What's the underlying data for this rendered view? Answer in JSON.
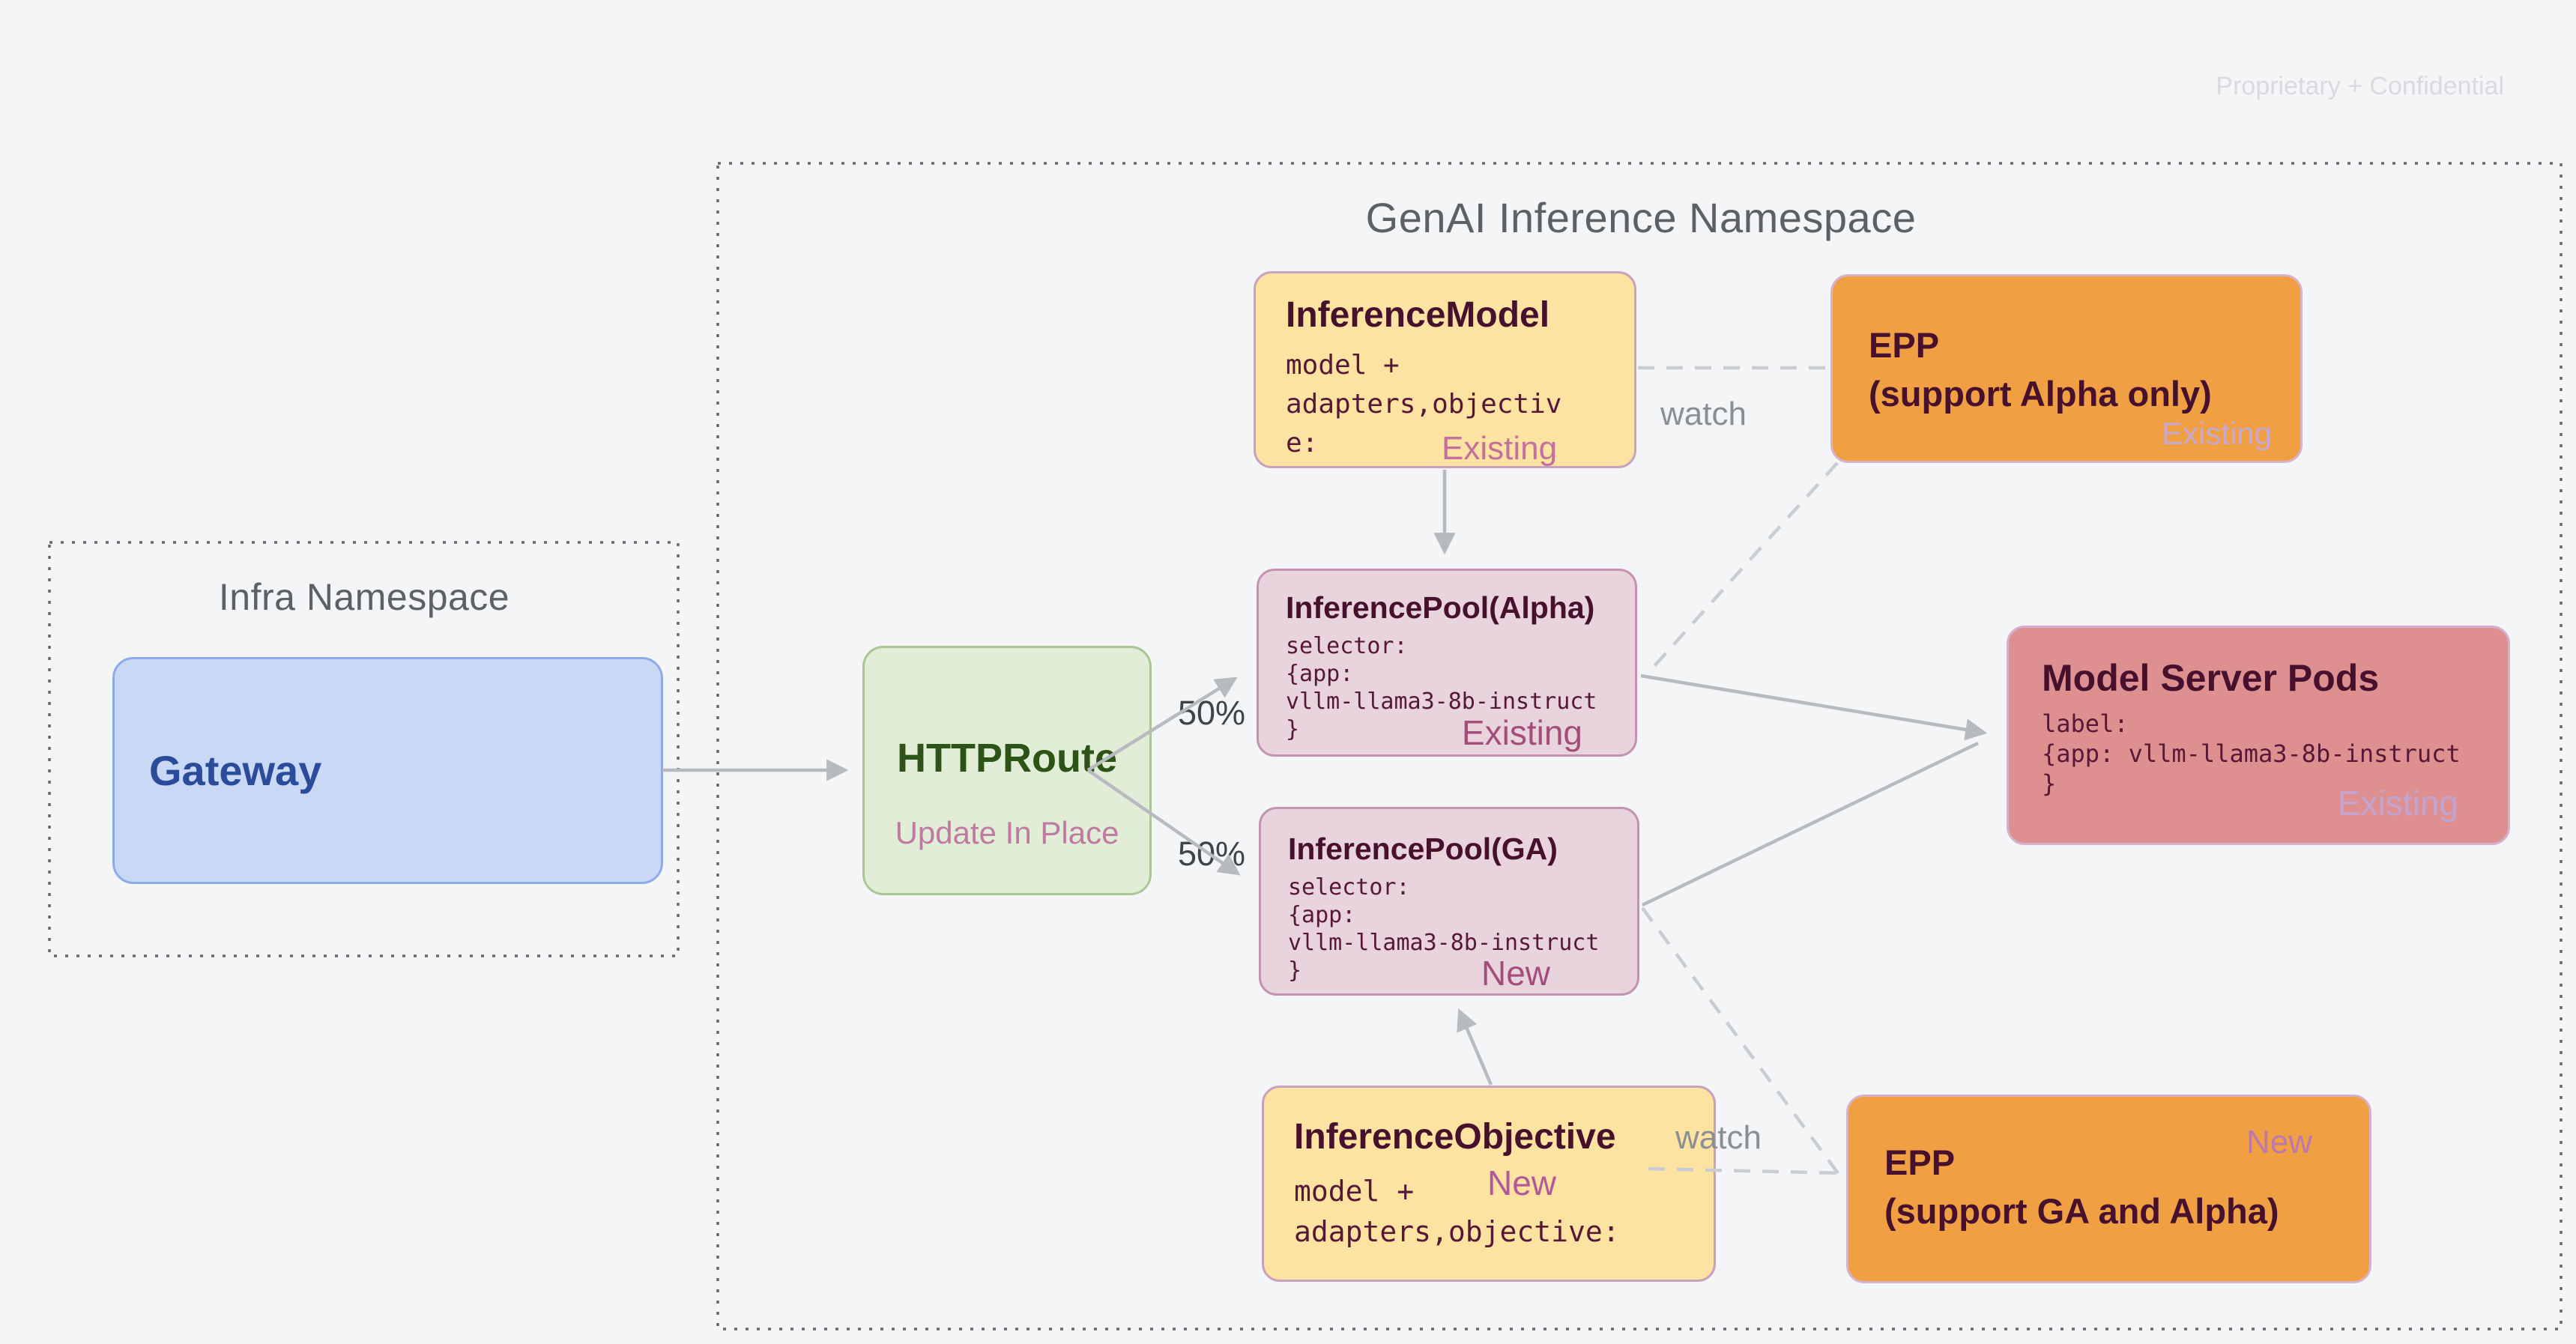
{
  "meta": {
    "confidential_note": "Proprietary + Confidential"
  },
  "namespaces": {
    "genai": {
      "title": "GenAI Inference Namespace"
    },
    "infra": {
      "title": "Infra Namespace"
    }
  },
  "nodes": {
    "gateway": {
      "title": "Gateway"
    },
    "httproute": {
      "title": "HTTPRoute",
      "subtitle": "Update In Place"
    },
    "inference_model": {
      "title": "InferenceModel",
      "code": [
        "model +",
        "adapters,objectiv",
        "e:"
      ],
      "badge": "Existing"
    },
    "epp_alpha": {
      "title_line1": "EPP",
      "title_line2": "(support Alpha only)",
      "badge": "Existing"
    },
    "pool_alpha": {
      "title": "InferencePool(Alpha)",
      "code": [
        "selector:",
        "{app:",
        "vllm-llama3-8b-instruct",
        "}"
      ],
      "badge": "Existing"
    },
    "pool_ga": {
      "title": "InferencePool(GA)",
      "code": [
        "selector:",
        "{app:",
        "vllm-llama3-8b-instruct",
        "}"
      ],
      "badge": "New"
    },
    "model_server_pods": {
      "title": "Model Server Pods",
      "code": [
        "label:",
        "{app: vllm-llama3-8b-instruct",
        "}"
      ],
      "badge": "Existing"
    },
    "inference_objective": {
      "title": "InferenceObjective",
      "code": [
        "model +",
        "adapters,objective:"
      ],
      "badge": "New"
    },
    "epp_ga": {
      "title_line1": "EPP",
      "title_line2": "(support GA and Alpha)",
      "badge": "New"
    }
  },
  "edge_labels": {
    "split_upper": "50%",
    "split_lower": "50%",
    "watch_top": "watch",
    "watch_bottom": "watch"
  },
  "colors": {
    "background": "#f4f5f7",
    "yellow_fill": "#fce3a1",
    "orange_fill": "#f0a042",
    "pool_fill": "#e9d4de",
    "pods_fill": "#de9091",
    "gateway_fill": "#c9d9f5",
    "httproute_fill": "#e1edd6",
    "maroon_text": "#47112e",
    "existing_pink": "#a34d7b",
    "existing_lavender": "#c2a4ce",
    "new_magenta": "#b3579b",
    "solid_edge": "#b7babe",
    "dashed_edge": "#c9ccd0",
    "namespace_border": "#65686c"
  }
}
